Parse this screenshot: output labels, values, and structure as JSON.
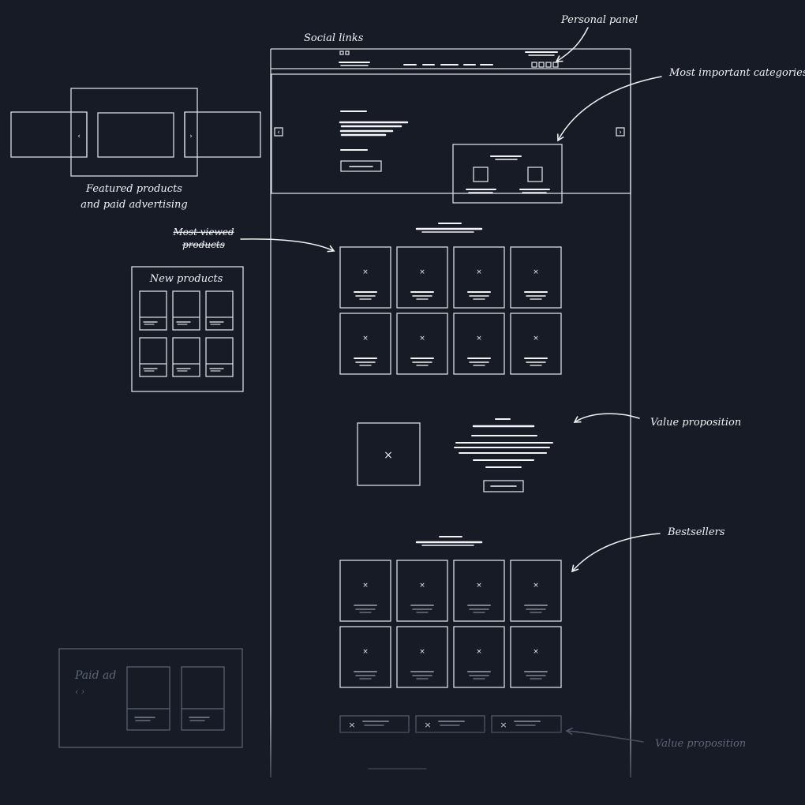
{
  "annotations": {
    "social_links": "Social links",
    "personal_panel": "Personal panel",
    "most_important_categories": "Most important categories",
    "featured_line1": "Featured products",
    "featured_line2": "and paid advertising",
    "most_viewed_line1": "Most viewed",
    "most_viewed_line2": "products",
    "new_products": "New products",
    "value_proposition_1": "Value proposition",
    "bestsellers": "Bestsellers",
    "value_proposition_2": "Value proposition",
    "paid_ad": "Paid ad"
  },
  "glyphs": {
    "x_mark": "×",
    "chevron_left": "‹",
    "chevron_right": "›",
    "paid_ad_nav": "‹ ›"
  },
  "colors": {
    "background": "#161b26",
    "sketch": "#f1f1f1",
    "dim": "#5d6577"
  }
}
